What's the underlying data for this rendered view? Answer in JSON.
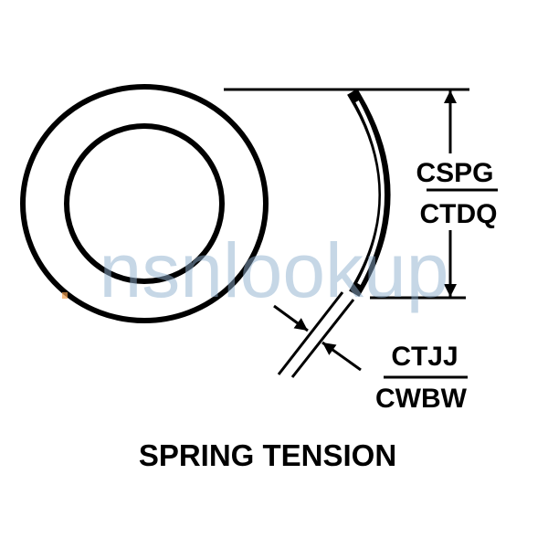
{
  "diagram": {
    "title": "SPRING TENSION",
    "height_label": {
      "top": "CSPG",
      "bottom": "CTDQ"
    },
    "thickness_label": {
      "top": "CTJJ",
      "bottom": "CWBW"
    },
    "watermark": "nsnlookup",
    "colors": {
      "line": "#000000",
      "watermark": "#8fb0cf",
      "watermark_dot": "#f0a050"
    }
  }
}
